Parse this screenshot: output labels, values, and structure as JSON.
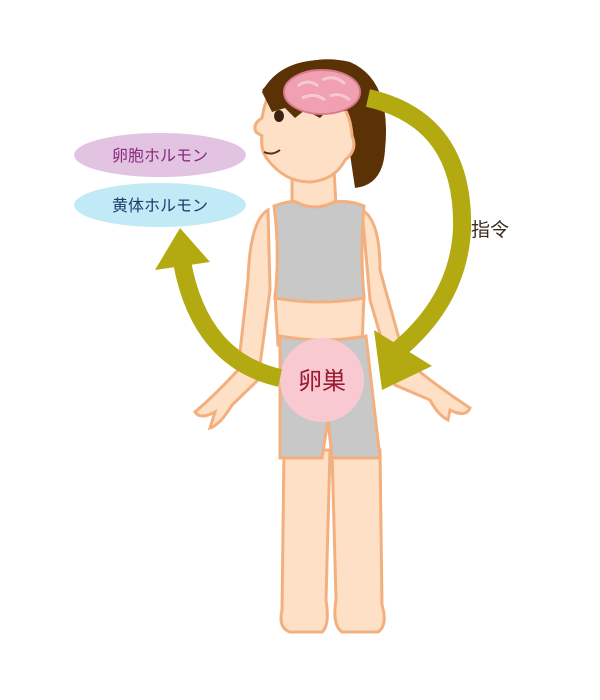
{
  "labels": {
    "follicle_hormone": "卵胞ホルモン",
    "corpus_luteum_hormone": "黄体ホルモン",
    "command": "指令",
    "ovary": "卵巣"
  },
  "colors": {
    "arrow": "#b3aa12",
    "follicle_bubble": "#e2c3e2",
    "follicle_text": "#8a2a7c",
    "luteum_bubble": "#c2e9f6",
    "luteum_text": "#1d3d6b",
    "ovary_circle": "#f9c9d2",
    "ovary_text": "#9c1a32",
    "skin": "#fde0c6",
    "skin_outline": "#f3b07e",
    "clothes": "#c8c8c8",
    "hair": "#5a3206",
    "brain": "#f0a0b0"
  }
}
